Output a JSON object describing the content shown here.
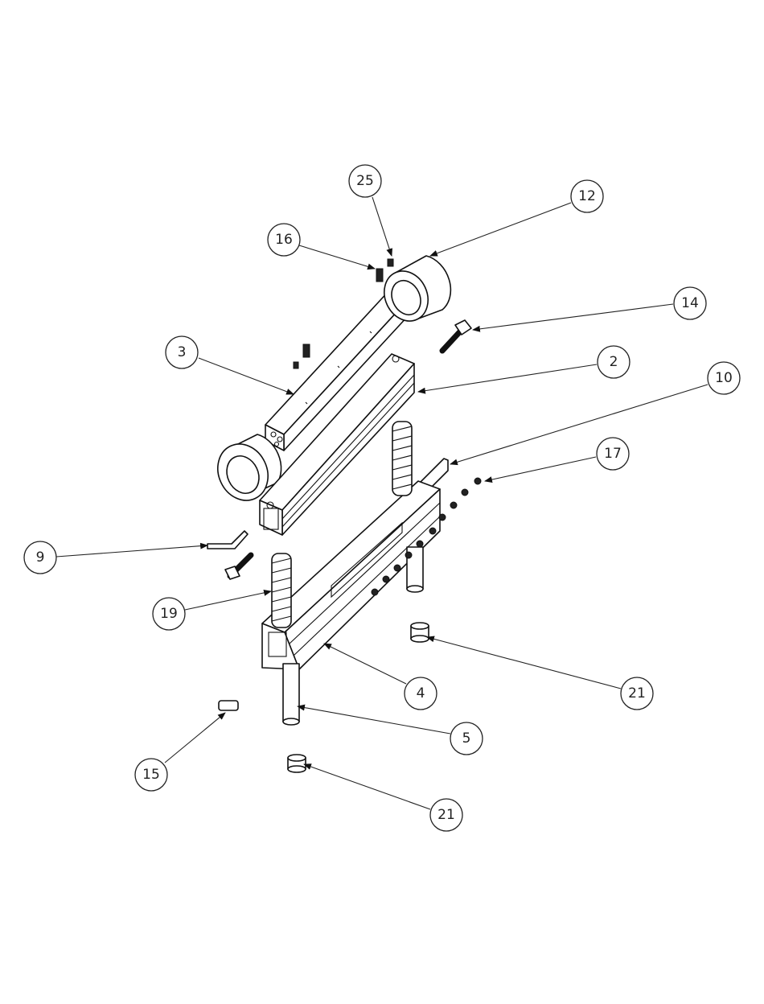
{
  "callouts": [
    {
      "id": "c25",
      "label": "25"
    },
    {
      "id": "c12",
      "label": "12"
    },
    {
      "id": "c16",
      "label": "16"
    },
    {
      "id": "c14",
      "label": "14"
    },
    {
      "id": "c3",
      "label": "3"
    },
    {
      "id": "c2",
      "label": "2"
    },
    {
      "id": "c10",
      "label": "10"
    },
    {
      "id": "c17",
      "label": "17"
    },
    {
      "id": "c9",
      "label": "9"
    },
    {
      "id": "c19",
      "label": "19"
    },
    {
      "id": "c21a",
      "label": "21"
    },
    {
      "id": "c4",
      "label": "4"
    },
    {
      "id": "c5",
      "label": "5"
    },
    {
      "id": "c15",
      "label": "15"
    },
    {
      "id": "c21b",
      "label": "21"
    }
  ]
}
